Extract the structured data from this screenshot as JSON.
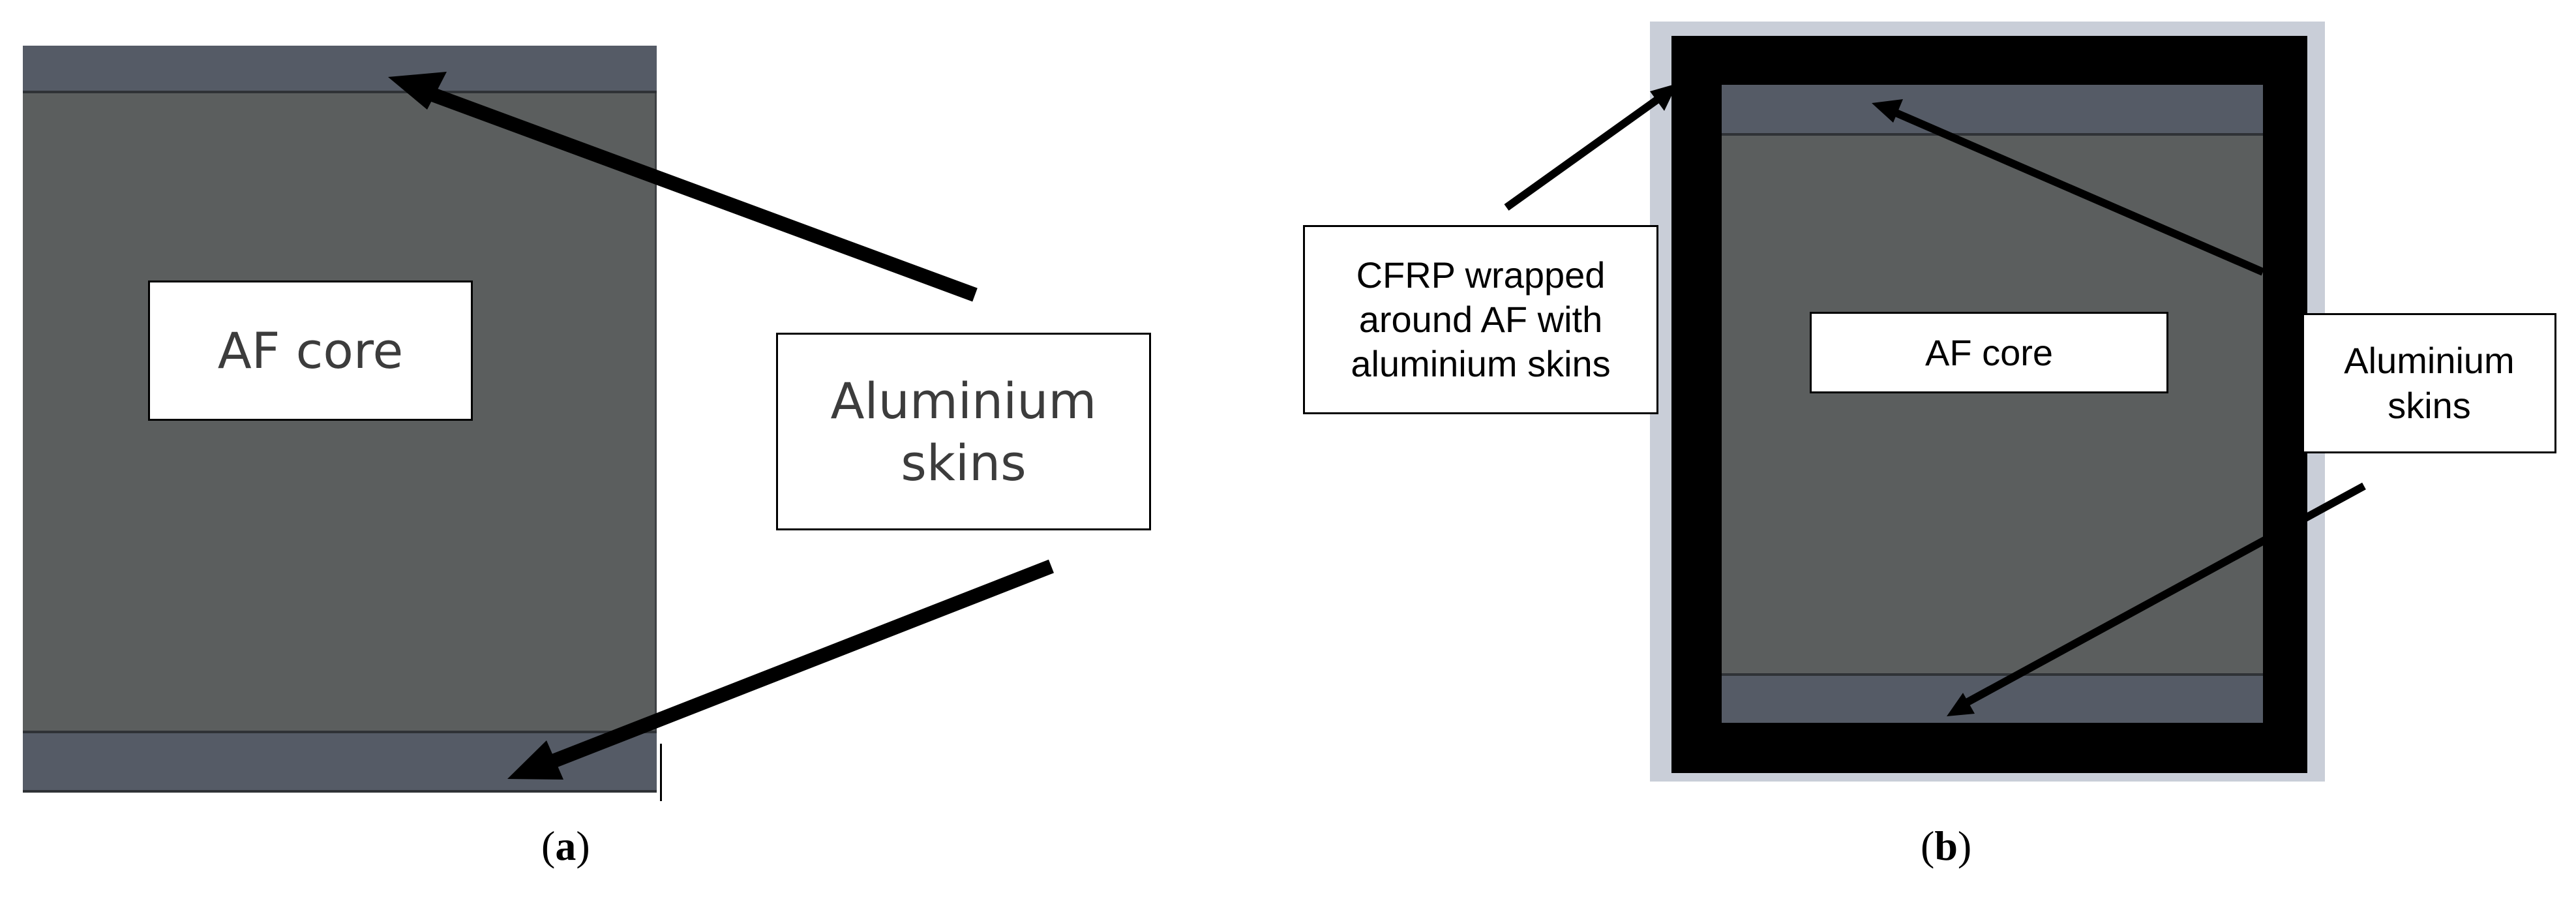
{
  "panel_a": {
    "core_label": "AF core",
    "skins_label_line1": "Aluminium",
    "skins_label_line2": "skins",
    "caption_letter": "a"
  },
  "panel_b": {
    "core_label": "AF core",
    "cfrp_label_line1": "CFRP wrapped",
    "cfrp_label_line2": "around AF with",
    "cfrp_label_line3": "aluminium skins",
    "skins_label_line1": "Aluminium",
    "skins_label_line2": "skins",
    "caption_letter": "b"
  },
  "colors": {
    "core": "#5b5e5e",
    "skin": "#555b66",
    "wrap": "#000000",
    "outer_border": "#c9ced8",
    "arrow": "#000000"
  }
}
